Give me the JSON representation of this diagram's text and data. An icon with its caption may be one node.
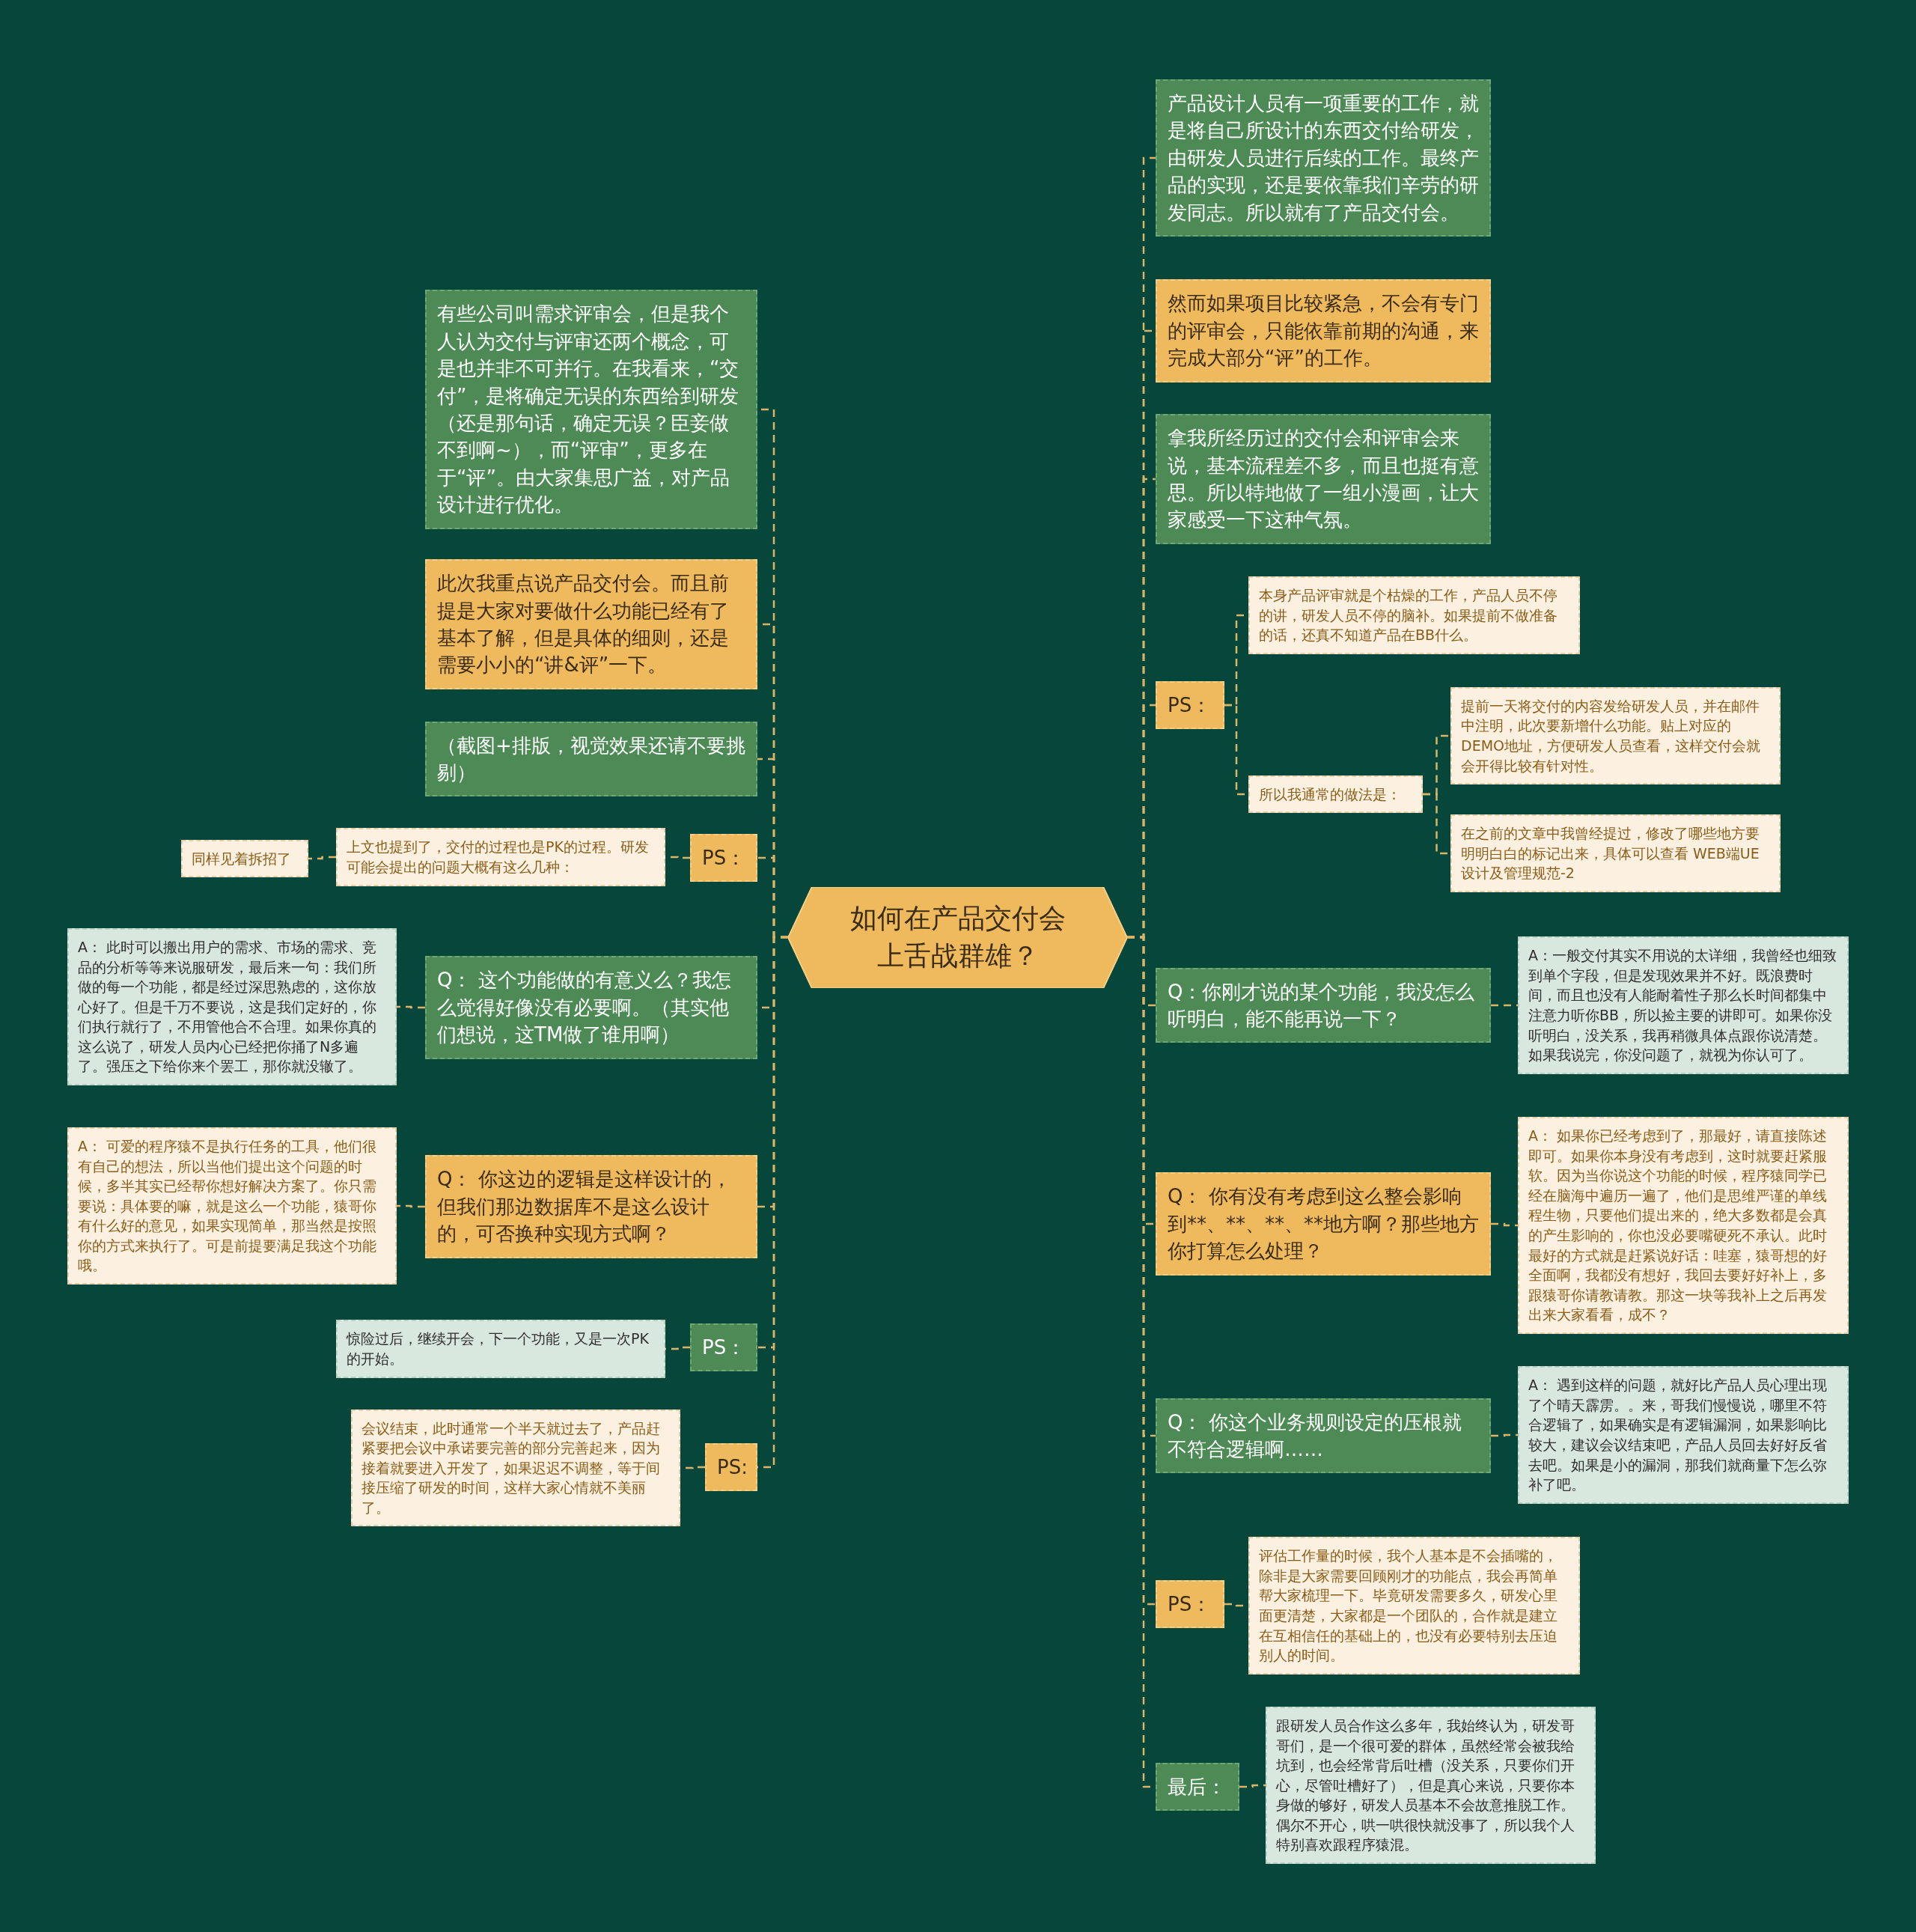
{
  "diagram": {
    "nodes": [
      {
        "text": [
          "如何在产品交付会上舌战群雄？"
        ]
      },
      {
        "text": [
          "有些公司叫需求评审会，但是我个人认为交付与评审还两个概念，可是也并非不可并行。在我看来，“交付”，是将确定无误的东西给到研发（还是那句话，确定无误？臣妾做不到啊~），而“评审”，更多在于“评”。由大家集思广益，对产品设计进行优化。"
        ]
      },
      {
        "text": [
          "此次我重点说产品交付会。而且前提是大家对要做什么功能已经有了基本了解，但是具体的细则，还是需要小小的“讲&评”一下。"
        ]
      },
      {
        "text": [
          "（截图+排版，视觉效果还请不要挑剔）"
        ]
      },
      {
        "text": [
          "PS："
        ]
      },
      {
        "text": [
          "上文也提到了，交付的过程也是PK的过程。研发可能会提出的问题大概有这么几种："
        ]
      },
      {
        "text": [
          "同样见着拆招了"
        ]
      },
      {
        "text": [
          "Q： 这个功能做的有意义么？我怎么觉得好像没有必要啊。（其实他们想说，这TM做了谁用啊）"
        ]
      },
      {
        "text": [
          "A： 此时可以搬出用户的需求、市场的需求、竞品的分析等等来说服研发，最后来一句：我们所做的每一个功能，都是经过深思熟虑的，这你放心好了。但是千万不要说，这是我们定好的，你们执行就行了，不用管他合不合理。如果你真的这么说了，研发人员内心已经把你捅了N多遍了。强压之下给你来个罢工，那你就没辙了。"
        ]
      },
      {
        "text": [
          "Q： 你这边的逻辑是这样设计的，但我们那边数据库不是这么设计的，可否换种实现方式啊？"
        ]
      },
      {
        "text": [
          "A： 可爱的程序猿不是执行任务的工具，他们很有自己的想法，所以当他们提出这个问题的时候，多半其实已经帮你想好解决方案了。你只需要说：具体要的嘛，就是这么一个功能，猿哥你有什么好的意见，如果实现简单，那当然是按照你的方式来执行了。可是前提要满足我这个功能哦。"
        ]
      },
      {
        "text": [
          "PS："
        ]
      },
      {
        "text": [
          "惊险过后，继续开会，下一个功能，又是一次PK的开始。"
        ]
      },
      {
        "text": [
          "PS:"
        ]
      },
      {
        "text": [
          "会议结束，此时通常一个半天就过去了，产品赶紧要把会议中承诺要完善的部分完善起来，因为接着就要进入开发了，如果迟迟不调整，等于间接压缩了研发的时间，这样大家心情就不美丽了。"
        ]
      },
      {
        "text": [
          "产品设计人员有一项重要的工作，就是将自己所设计的东西交付给研发，由研发人员进行后续的工作。最终产品的实现，还是要依靠我们辛劳的研发同志。所以就有了产品交付会。"
        ]
      },
      {
        "text": [
          "然而如果项目比较紧急，不会有专门的评审会，只能依靠前期的沟通，来完成大部分“评”的工作。"
        ]
      },
      {
        "text": [
          "拿我所经历过的交付会和评审会来说，基本流程差不多，而且也挺有意思。所以特地做了一组小漫画，让大家感受一下这种气氛。"
        ]
      },
      {
        "text": [
          "PS："
        ]
      },
      {
        "text": [
          "本身产品评审就是个枯燥的工作，产品人员不停的讲，研发人员不停的脑补。如果提前不做准备的话，还真不知道产品在BB什么。"
        ]
      },
      {
        "text": [
          "所以我通常的做法是："
        ]
      },
      {
        "text": [
          "提前一天将交付的内容发给研发人员，并在邮件中注明，此次要新增什么功能。贴上对应的DEMO地址，方便研发人员查看，这样交付会就会开得比较有针对性。"
        ]
      },
      {
        "text": [
          "在之前的文章中我曾经提过，修改了哪些地方要明明白白的标记出来，具体可以查看 WEB端UE设计及管理规范-2"
        ]
      },
      {
        "text": [
          "Q：你刚才说的某个功能，我没怎么听明白，能不能再说一下？"
        ]
      },
      {
        "text": [
          "A：一般交付其实不用说的太详细，我曾经也细致到单个字段，但是发现效果并不好。既浪费时间，而且也没有人能耐着性子那么长时间都集中注意力听你BB，所以捡主要的讲即可。如果你没听明白，没关系，我再稍微具体点跟你说清楚。如果我说完，你没问题了，就视为你认可了。"
        ]
      },
      {
        "text": [
          "Q： 你有没有考虑到这么整会影响到**、**、**、**地方啊？那些地方你打算怎么处理？"
        ]
      },
      {
        "text": [
          "A： 如果你已经考虑到了，那最好，请直接陈述即可。如果你本身没有考虑到，这时就要赶紧服软。因为当你说这个功能的时候，程序猿同学已经在脑海中遍历一遍了，他们是思维严谨的单线程生物，只要他们提出来的，绝大多数都是会真的产生影响的，你也没必要嘴硬死不承认。此时最好的方式就是赶紧说好话：哇塞，猿哥想的好全面啊，我都没有想好，我回去要好好补上，多跟猿哥你请教请教。那这一块等我补上之后再发出来大家看看，成不？"
        ]
      },
      {
        "text": [
          "Q： 你这个业务规则设定的压根就不符合逻辑啊……"
        ]
      },
      {
        "text": [
          "A： 遇到这样的问题，就好比产品人员心理出现了个晴天霹雳。。来，哥我们慢慢说，哪里不符合逻辑了，如果确实是有逻辑漏洞，如果影响比较大，建议会议结束吧，产品人员回去好好反省去吧。如果是小的漏洞，那我们就商量下怎么弥补了吧。"
        ]
      },
      {
        "text": [
          "PS："
        ]
      },
      {
        "text": [
          "评估工作量的时候，我个人基本是不会插嘴的，除非是大家需要回顾刚才的功能点，我会再简单帮大家梳理一下。毕竟研发需要多久，研发心里面更清楚，大家都是一个团队的，合作就是建立在互相信任的基础上的，也没有必要特别去压迫别人的时间。"
        ]
      },
      {
        "text": [
          "最后："
        ]
      },
      {
        "text": [
          "跟研发人员合作这么多年，我始终认为，研发哥哥们，是一个很可爱的群体，虽然经常会被我给坑到，也会经常背后吐槽（没关系，只要你们开心，尽管吐槽好了），但是真心来说，只要你本身做的够好，研发人员基本不会故意推脱工作。偶尔不开心，哄一哄很快就没事了，所以我个人特别喜欢跟程序猿混。"
        ]
      }
    ],
    "edges": [
      {
        "from": 0,
        "to": 1,
        "arrow": "none"
      },
      {
        "from": 0,
        "to": 2,
        "arrow": "none"
      },
      {
        "from": 0,
        "to": 3,
        "arrow": "none"
      },
      {
        "from": 0,
        "to": 4,
        "arrow": "none"
      },
      {
        "from": 4,
        "to": 5,
        "arrow": "none"
      },
      {
        "from": 5,
        "to": 6,
        "arrow": "none"
      },
      {
        "from": 0,
        "to": 7,
        "arrow": "none"
      },
      {
        "from": 7,
        "to": 8,
        "arrow": "none"
      },
      {
        "from": 0,
        "to": 9,
        "arrow": "none"
      },
      {
        "from": 9,
        "to": 10,
        "arrow": "none"
      },
      {
        "from": 0,
        "to": 11,
        "arrow": "none"
      },
      {
        "from": 11,
        "to": 12,
        "arrow": "none"
      },
      {
        "from": 0,
        "to": 13,
        "arrow": "none"
      },
      {
        "from": 13,
        "to": 14,
        "arrow": "none"
      },
      {
        "from": 0,
        "to": 15,
        "arrow": "none"
      },
      {
        "from": 0,
        "to": 16,
        "arrow": "none"
      },
      {
        "from": 0,
        "to": 17,
        "arrow": "none"
      },
      {
        "from": 0,
        "to": 18,
        "arrow": "none"
      },
      {
        "from": 18,
        "to": 19,
        "arrow": "none"
      },
      {
        "from": 18,
        "to": 20,
        "arrow": "none"
      },
      {
        "from": 20,
        "to": 21,
        "arrow": "none"
      },
      {
        "from": 20,
        "to": 22,
        "arrow": "none"
      },
      {
        "from": 0,
        "to": 23,
        "arrow": "none"
      },
      {
        "from": 23,
        "to": 24,
        "arrow": "none"
      },
      {
        "from": 0,
        "to": 25,
        "arrow": "none"
      },
      {
        "from": 25,
        "to": 26,
        "arrow": "none"
      },
      {
        "from": 0,
        "to": 27,
        "arrow": "none"
      },
      {
        "from": 27,
        "to": 28,
        "arrow": "none"
      },
      {
        "from": 0,
        "to": 29,
        "arrow": "none"
      },
      {
        "from": 29,
        "to": 30,
        "arrow": "none"
      },
      {
        "from": 0,
        "to": 31,
        "arrow": "none"
      },
      {
        "from": 31,
        "to": 32,
        "arrow": "none"
      }
    ]
  }
}
